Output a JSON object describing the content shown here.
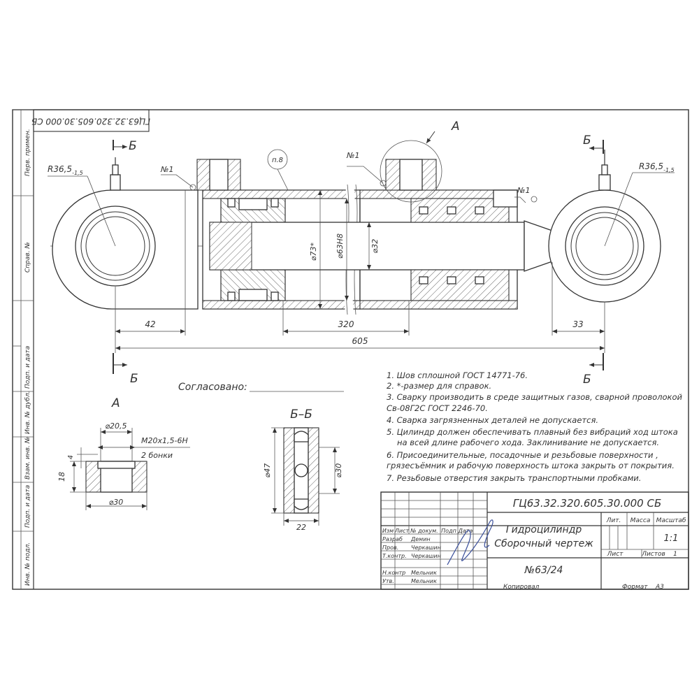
{
  "drawing": {
    "designation_main": "ГЦ63.32.320.605.30.000 СБ",
    "designation_rotated": "ГЦ63.32.320.605.30.000 СБ",
    "title_line1": "Гидроцилиндр",
    "title_line2": "Сборочный чертеж",
    "order_no": "№63/24",
    "agreed_label": "Согласовано:"
  },
  "views": {
    "view_a_label_top": "А",
    "view_a_label": "А",
    "section_label_top_left": "Б",
    "section_label_top_right": "Б",
    "section_label_bottom_left": "Б",
    "section_label_bottom_right": "Б",
    "section_view_label": "Б–Б"
  },
  "callouts": {
    "item8": "п.8",
    "weld1_left": "№1",
    "weld1_mid": "№1",
    "weld1_right": "№1",
    "radius_left": "R36,5",
    "radius_left_tol": "-1,5",
    "radius_right": "R36,5",
    "radius_right_tol": "-1,5"
  },
  "dimensions": {
    "d42": "42",
    "d320": "320",
    "d33": "33",
    "d605": "605",
    "dia73": "⌀73*",
    "dia63": "⌀63H8",
    "dia32": "⌀32",
    "a_dia205": "⌀20,5",
    "a_thread": "М20х1,5-6Н",
    "a_bosses": "2 бонки",
    "a_h4": "4",
    "a_h18": "18",
    "a_dia30": "⌀30",
    "b_dia47": "⌀47",
    "b_dia30": "⌀30",
    "b_w22": "22"
  },
  "notes": [
    "1. Шов сплошной ГОСТ 14771-76.",
    "2. *-размер для справок.",
    "3. Сварку производить в среде защитных газов, сварной проволокой",
    "Св-08Г2С ГОСТ 2246-70.",
    "4. Сварка загрязненных деталей не допускается.",
    "5. Цилиндр должен обеспечивать плавный без вибраций ход штока",
    "на всей длине рабочего хода. Заклинивание не допускается.",
    "6. Присоединительные, посадочные и резьбовые поверхности ,",
    "грязесъёмник и рабочую поверхность штока закрыть от покрытия.",
    "7. Резьбовые отверстия закрыть транспортными пробками."
  ],
  "title_block": {
    "col_headers": [
      "Изм",
      "Лист",
      "№ докум.",
      "Подп",
      "Дата"
    ],
    "rows": [
      {
        "role": "Разраб",
        "name": "Демин"
      },
      {
        "role": "Пров.",
        "name": "Черкашин"
      },
      {
        "role": "Т.контр.",
        "name": "Черкашин"
      },
      {
        "role": "",
        "name": ""
      },
      {
        "role": "Н.контр",
        "name": "Мельник"
      },
      {
        "role": "Утв.",
        "name": "Мельник"
      }
    ],
    "lit_label": "Лит.",
    "mass_label": "Масса",
    "scale_label": "Масштаб",
    "scale_value": "1:1",
    "sheet_label": "Лист",
    "sheets_label": "Листов",
    "sheets_value": "1",
    "copied_label": "Копировал",
    "format_label": "Формат",
    "format_value": "А3"
  },
  "side_strip": [
    "Перв. примен.",
    "Справ. №",
    "Подп. и дата",
    "Инв. № дубл.",
    "Взам. инв. №",
    "Подп. и дата",
    "Инв. № подл."
  ]
}
